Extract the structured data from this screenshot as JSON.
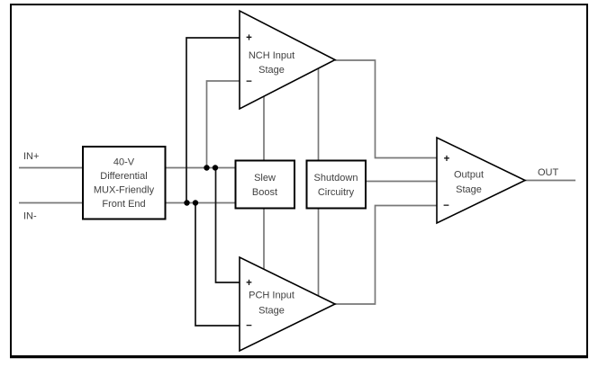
{
  "figure": {
    "background": "#ffffff",
    "colors": {
      "wire": "#787878",
      "wire_dark": "#111111",
      "outline": "#000000",
      "text": "#404040"
    },
    "labels": {
      "in_plus": "IN+",
      "in_minus": "IN-",
      "out": "OUT"
    },
    "front_end": {
      "line1": "40-V",
      "line2": "Differential",
      "line3": "MUX-Friendly",
      "line4": "Front End"
    },
    "slew_boost": {
      "line1": "Slew",
      "line2": "Boost"
    },
    "shutdown": {
      "line1": "Shutdown",
      "line2": "Circuitry"
    },
    "nch_stage": {
      "line1": "NCH Input",
      "line2": "Stage",
      "plus": "+",
      "minus": "−"
    },
    "pch_stage": {
      "line1": "PCH Input",
      "line2": "Stage",
      "plus": "+",
      "minus": "−"
    },
    "output_stage": {
      "line1": "Output",
      "line2": "Stage",
      "plus": "+",
      "minus": "−"
    }
  }
}
